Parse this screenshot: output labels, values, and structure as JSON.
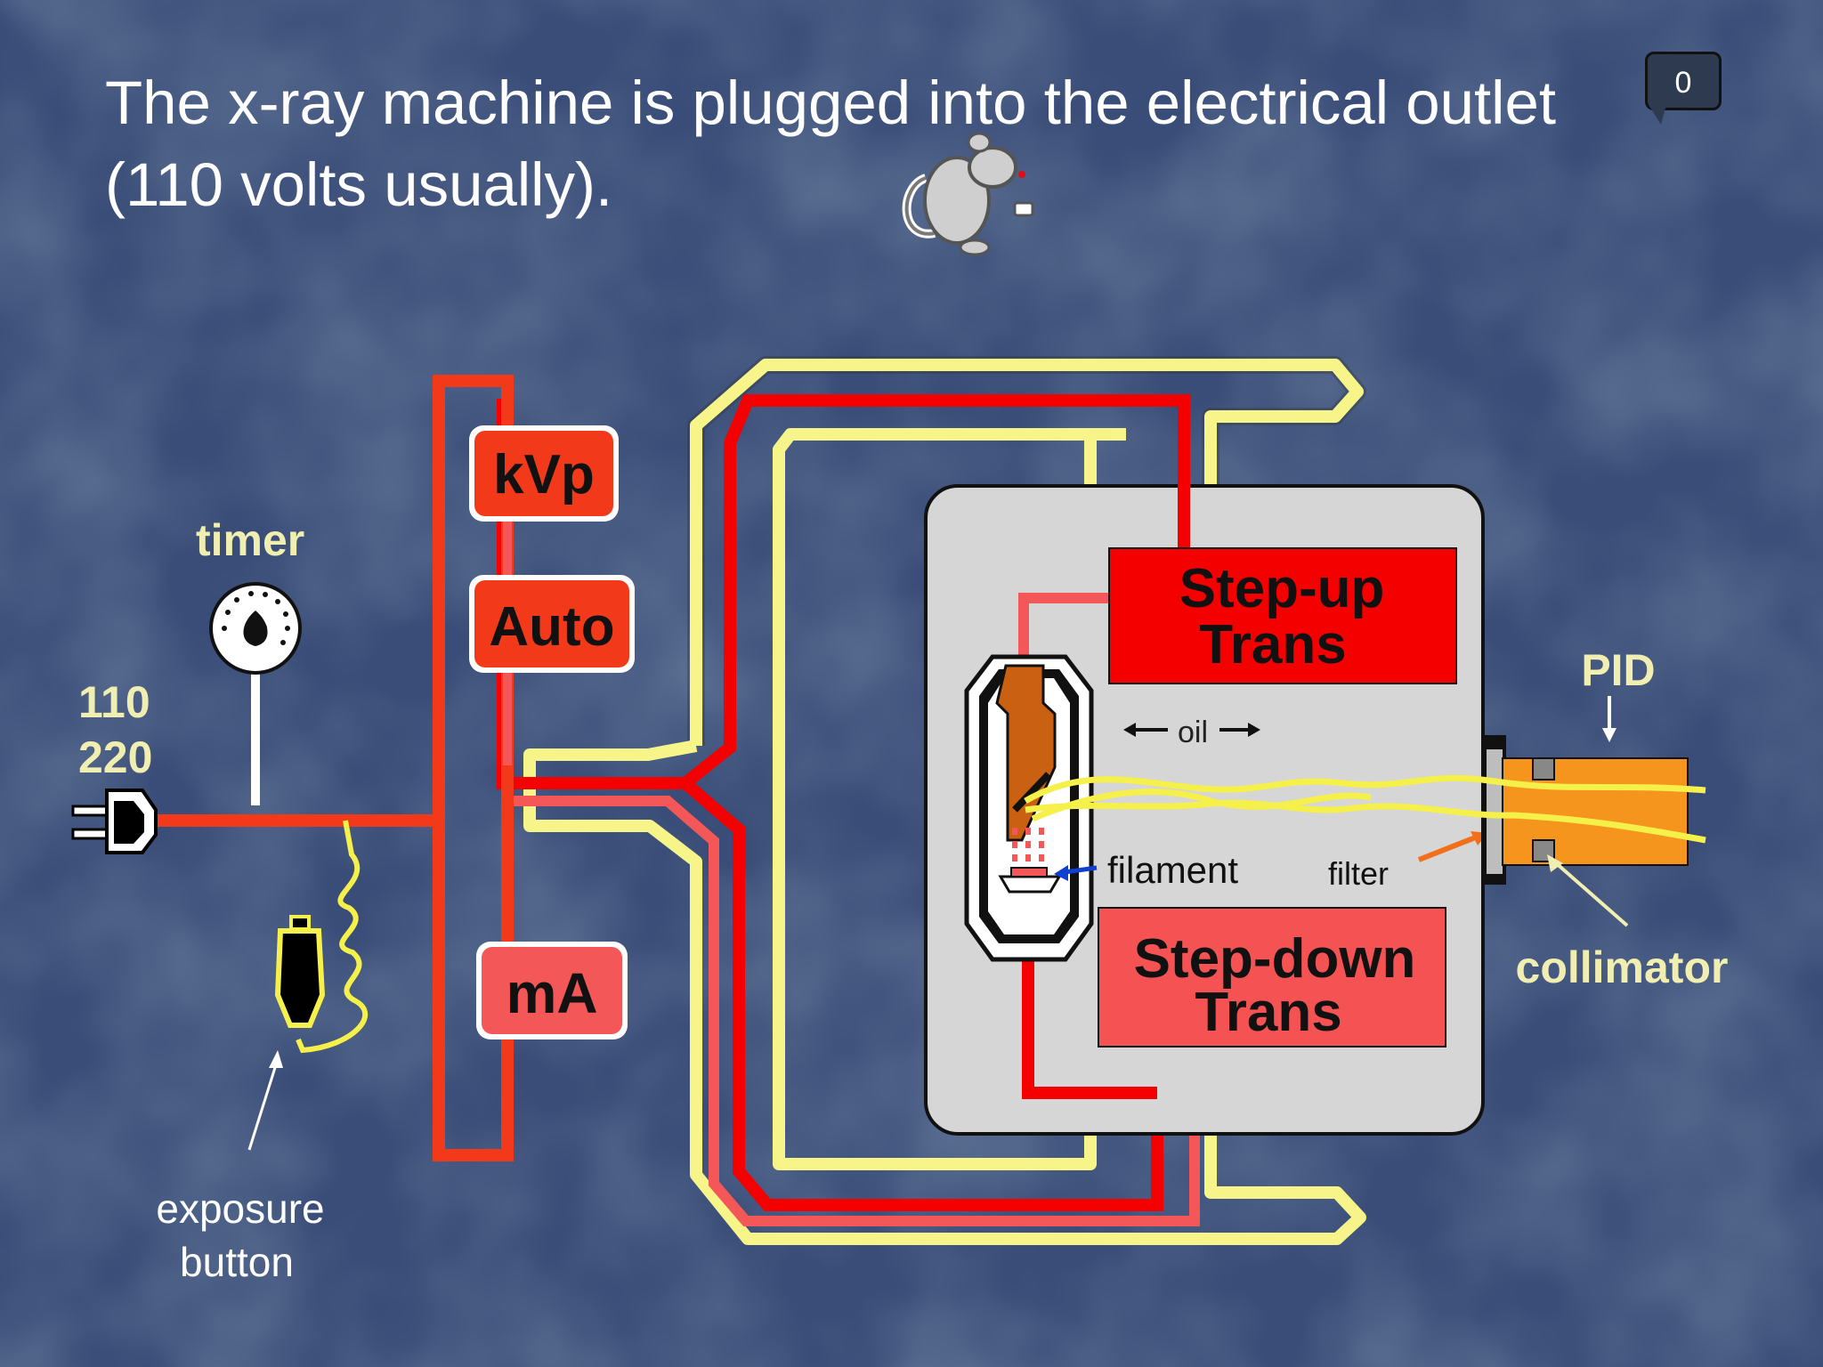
{
  "title": {
    "line1": "The x-ray machine is plugged into the electrical outlet",
    "line2": "(110 volts usually)."
  },
  "comment_count": "0",
  "labels": {
    "timer": "timer",
    "voltage_110": "110",
    "voltage_220": "220",
    "exposure_button_line1": "exposure",
    "exposure_button_line2": "button",
    "kvp": "kVp",
    "auto": "Auto",
    "ma": "mA",
    "stepup_line1": "Step-up",
    "stepup_line2": "Trans",
    "stepdown_line1": "Step-down",
    "stepdown_line2": "Trans",
    "oil": "oil",
    "filament": "filament",
    "filter": "filter",
    "pid": "PID",
    "collimator": "collimator"
  },
  "colors": {
    "background": "#34466e",
    "wire_red": "#f40000",
    "wire_orange_red": "#f23a1a",
    "wire_pink": "#f35757",
    "wire_yellow": "#f7f48a",
    "label_yellow": "#f1eeb1",
    "housing": "#d6d6d6",
    "stepup_box": "#f50000",
    "stepdown_box": "#f55353",
    "pid": "#f6951e"
  },
  "icons": [
    "plug-icon",
    "timer-dial-icon",
    "mouse-clipart-icon",
    "exposure-button-icon"
  ]
}
